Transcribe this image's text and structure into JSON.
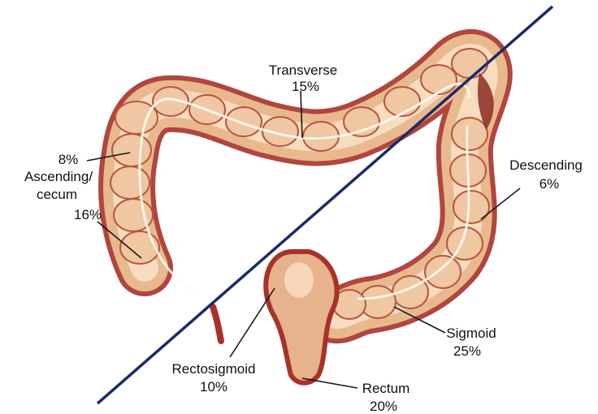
{
  "labels": {
    "transverse": {
      "name": "Transverse",
      "pct": "15%"
    },
    "ascending": {
      "top_pct": "8%",
      "name_line1": "Ascending/",
      "name_line2": "cecum",
      "bottom_pct": "16%"
    },
    "descending": {
      "name": "Descending",
      "pct": "6%"
    },
    "sigmoid": {
      "name": "Sigmoid",
      "pct": "25%"
    },
    "rectosigmoid": {
      "name": "Rectosigmoid",
      "pct": "10%"
    },
    "rectum": {
      "name": "Rectum",
      "pct": "20%"
    }
  },
  "colors": {
    "colon_fill": "#e8b98f",
    "colon_highlight": "#f7dcc0",
    "colon_shadow": "#a8322a",
    "divider_line": "#1b2a6b"
  }
}
